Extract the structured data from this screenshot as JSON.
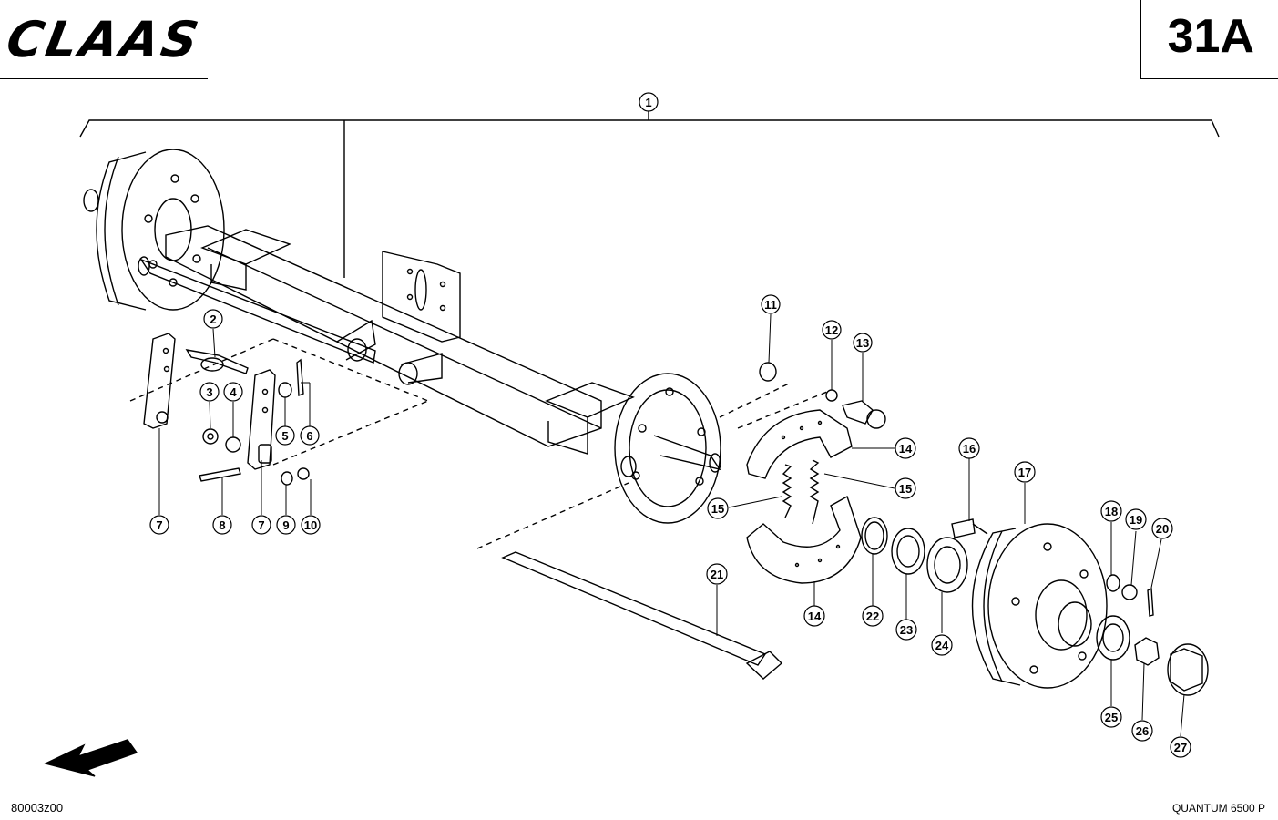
{
  "header": {
    "brand": "CLAAS",
    "page_number": "31A"
  },
  "footer": {
    "drawing_code": "80003z00",
    "model": "QUANTUM 6500 P"
  },
  "callouts": [
    {
      "id": "c1",
      "label": "1"
    },
    {
      "id": "c2",
      "label": "2"
    },
    {
      "id": "c3",
      "label": "3"
    },
    {
      "id": "c4",
      "label": "4"
    },
    {
      "id": "c5",
      "label": "5"
    },
    {
      "id": "c6",
      "label": "6"
    },
    {
      "id": "c7a",
      "label": "7"
    },
    {
      "id": "c8",
      "label": "8"
    },
    {
      "id": "c7b",
      "label": "7"
    },
    {
      "id": "c9",
      "label": "9"
    },
    {
      "id": "c10",
      "label": "10"
    },
    {
      "id": "c11",
      "label": "11"
    },
    {
      "id": "c12",
      "label": "12"
    },
    {
      "id": "c13",
      "label": "13"
    },
    {
      "id": "c14a",
      "label": "14"
    },
    {
      "id": "c15a",
      "label": "15"
    },
    {
      "id": "c15b",
      "label": "15"
    },
    {
      "id": "c14b",
      "label": "14"
    },
    {
      "id": "c16",
      "label": "16"
    },
    {
      "id": "c17",
      "label": "17"
    },
    {
      "id": "c18",
      "label": "18"
    },
    {
      "id": "c19",
      "label": "19"
    },
    {
      "id": "c20",
      "label": "20"
    },
    {
      "id": "c21",
      "label": "21"
    },
    {
      "id": "c22",
      "label": "22"
    },
    {
      "id": "c23",
      "label": "23"
    },
    {
      "id": "c24",
      "label": "24"
    },
    {
      "id": "c25",
      "label": "25"
    },
    {
      "id": "c26",
      "label": "26"
    },
    {
      "id": "c27",
      "label": "27"
    }
  ]
}
